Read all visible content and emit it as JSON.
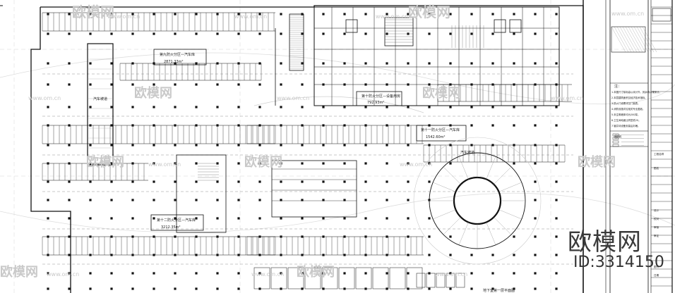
{
  "watermark": {
    "brand_text": "欧模网",
    "site_text": "www.om.cn",
    "id_text": "ID:3314150"
  },
  "drawing": {
    "area_labels": [
      "第九防火分区—汽车库",
      "2871.33m²",
      "汽车坡道",
      "第十防火分区—设备用房",
      "792.93m²",
      "第十一防火分区—汽车库",
      "1542.60m²",
      "汽车坡道",
      "第十二防火分区—汽车库",
      "3212.35m²"
    ],
    "drawing_title": "地下室第一层平面图",
    "note_title": "注：",
    "notes": [
      "1.本图尺寸除标高以米计外，其余均以毫米计。",
      "2.本层建筑面积见经济技术指标。",
      "3.防火门设置详见门窗表。",
      "4.消防设施详见相关专业图纸。",
      "5.未注明墙体均为200厚。",
      "6.卫生间地面比同层低20。",
      "7.管井待设备安装后封堵。"
    ],
    "legend_title": "图例",
    "title_block": [
      "工程名称",
      "图名",
      "设计",
      "校对",
      "审核",
      "审定",
      "图号",
      "日期"
    ]
  }
}
